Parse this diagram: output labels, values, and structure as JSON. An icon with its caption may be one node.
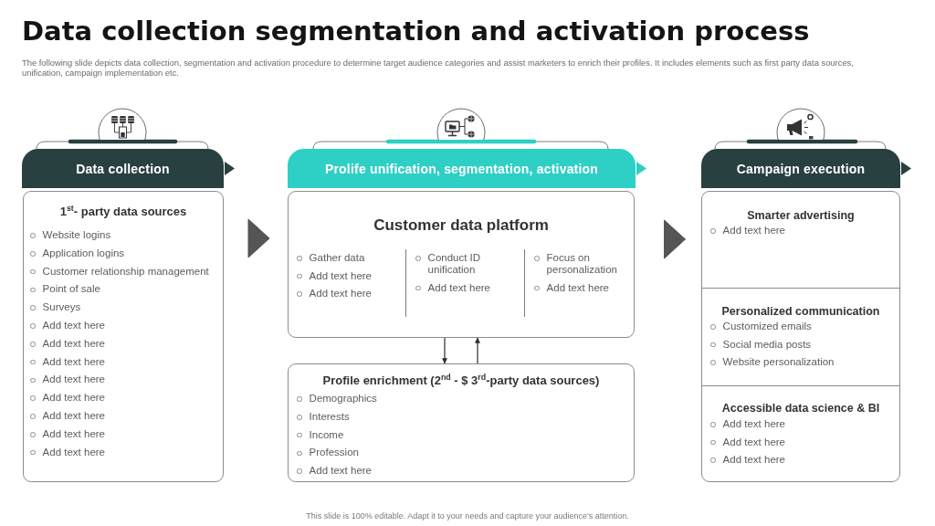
{
  "diagram": {
    "title": "Data collection segmentation and activation process",
    "nodes": [
      {
        "text": [
          "Data collection"
        ]
      },
      {
        "text": [
          "1$^{st}$- party data sources",
          "Website logins",
          "Application logins",
          "Customer relationship management",
          "Point of sale",
          "Surveys",
          "Add text here",
          "Add text here",
          "Add text here",
          "Add text here",
          "Add text here",
          "Add text here",
          "Add text here",
          "Add text here"
        ]
      },
      {
        "text": [
          "Prolife unification, segmentation, activation"
        ]
      },
      {
        "text": [
          "Customer data platform",
          "Gather data",
          "Add text here",
          "Add text here",
          "Conduct ID unification",
          "Add text here",
          "Focus on personalization",
          "Add text here"
        ]
      },
      {
        "text": [
          "Profile enrichment (2$^{nd}$ - $ 3$^{rd}$-party data sources)",
          "Demographics",
          "Interests",
          "Income",
          "Profession",
          "Add text here"
        ]
      },
      {
        "text": [
          "Campaign execution"
        ]
      },
      {
        "text": [],
        "shape": "box"
      },
      {
        "text": [
          "Smarter advertising",
          "Add text here"
        ],
        "in": 6
      },
      {
        "text": [
          "Personalized communication",
          "Customized emails",
          "Social media posts",
          "Website personalization"
        ],
        "in": 6
      },
      {
        "text": [
          "Accessible data science & BI",
          "Add text here",
          "Add text here",
          "Add text here"
        ],
        "in": 6
      }
    ],
    "edges": [
      {
        "from": 1,
        "to": 3,
        "arrow": "to"
      },
      {
        "from": 3,
        "to": 4,
        "arrow": "to"
      },
      {
        "from": 4,
        "to": 3,
        "arrow": "to"
      },
      {
        "from": 3,
        "to": 6,
        "arrow": "to"
      }
    ],
    "labels": [
      "The following slide depicts data collection, segmentation and activation procedure to determine target audience categories and assist marketers to enrich their profiles. It includes elements such as first party data sources, unification, campaign implementation etc.",
      "This slide is 100% editable. Adapt it to your needs and capture your audience's attention."
    ]
  }
}
